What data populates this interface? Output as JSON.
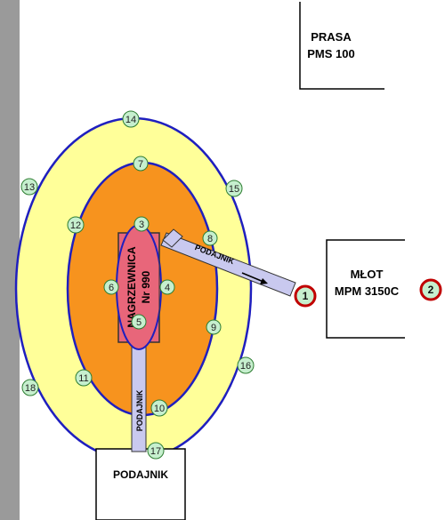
{
  "colors": {
    "wall": "#9a9a9a",
    "outer_zone": "#ffff99",
    "middle_zone": "#f7931e",
    "inner_zone": "#e8667a",
    "zone_border": "#1f1fbf",
    "point_fill": "#c6efce",
    "point_stroke": "#2e7d32",
    "conveyor_fill": "#c9c9ef",
    "badge_fill": "#c6efce",
    "badge_ring": "#c00000"
  },
  "labels": {
    "prasa_line1": "PRASA",
    "prasa_line2": "PMS 100",
    "mlot_line1": "MŁOT",
    "mlot_line2": "MPM 3150C",
    "nagrzewnica_line1": "NAGRZEWNICA",
    "nagrzewnica_line2": "Nr 990",
    "podajnik_diagonal": "PODAJNIK",
    "podajnik_vertical": "PODAJNIK",
    "podajnik_bottom": "PODAJNIK"
  },
  "points": [
    "1",
    "2",
    "3",
    "4",
    "5",
    "6",
    "7",
    "8",
    "9",
    "10",
    "11",
    "12",
    "13",
    "14",
    "15",
    "16",
    "17",
    "18"
  ]
}
